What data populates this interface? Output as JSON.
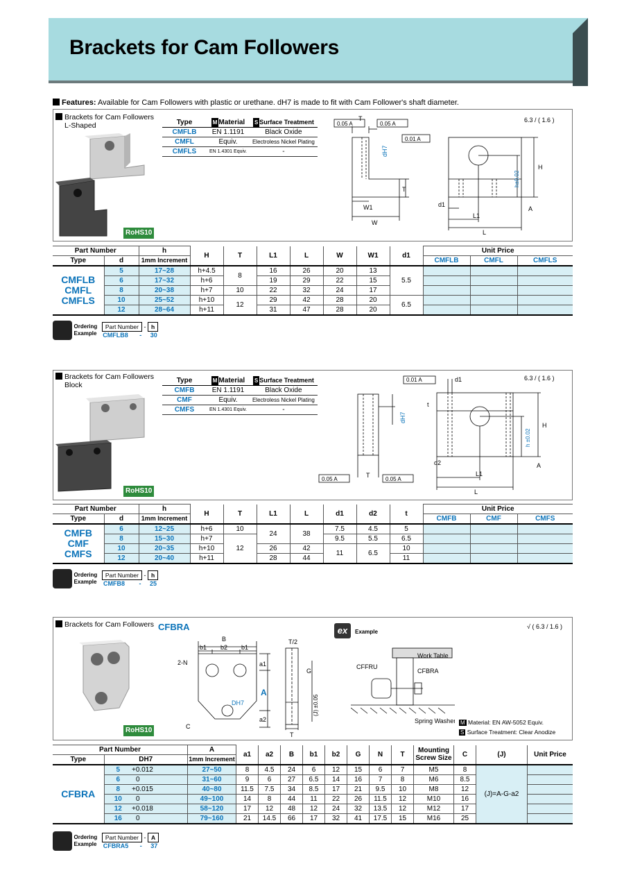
{
  "title": "Brackets for Cam Followers",
  "features": {
    "label": "Features:",
    "text": "Available for Cam Followers with plastic or urethane. dH7 is made to fit with Cam Follower's shaft diameter."
  },
  "surface_mark": "6.3 / ( 1.6 )",
  "rohs": "RoHS10",
  "ordering": {
    "label1": "Ordering",
    "label2": "Example",
    "part_number": "Part Number",
    "dash": "-"
  },
  "section1": {
    "title1": "Brackets for Cam Followers",
    "title2": "L-Shaped",
    "spec_headers": [
      "Type",
      "Material",
      "Surface Treatment"
    ],
    "spec_rows": [
      [
        "CMFLB",
        "EN 1.1191",
        "Black Oxide"
      ],
      [
        "CMFL",
        "Equiv.",
        "Electroless Nickel Plating"
      ],
      [
        "CMFLS",
        "EN 1.4301 Equiv.",
        "-"
      ]
    ],
    "table_head1": {
      "part_number": "Part Number",
      "h": "h",
      "unit_price": "Unit Price"
    },
    "table_head2": [
      "Type",
      "d",
      "1mm Increment",
      "H",
      "T",
      "L1",
      "L",
      "W",
      "W1",
      "d1",
      "CMFLB",
      "CMFL",
      "CMFLS"
    ],
    "types": [
      "CMFLB",
      "CMFL",
      "CMFLS"
    ],
    "rows": [
      [
        "5",
        "17~28",
        "h+4.5",
        "16",
        "26",
        "20",
        "13"
      ],
      [
        "6",
        "17~32",
        "h+6",
        "19",
        "29",
        "22",
        "15"
      ],
      [
        "8",
        "20~38",
        "h+7",
        "22",
        "32",
        "24",
        "17"
      ],
      [
        "10",
        "25~52",
        "h+10",
        "29",
        "42",
        "28",
        "20"
      ],
      [
        "12",
        "28~64",
        "h+11",
        "31",
        "47",
        "28",
        "20"
      ]
    ],
    "T_vals": [
      "8",
      "10",
      "12"
    ],
    "d1_vals": [
      "5.5",
      "6.5"
    ],
    "order_example": [
      "CMFLB8",
      "30"
    ],
    "order_field": "h",
    "draw": {
      "par": "0.05 A",
      "perp": "0.01 A",
      "dh7": "dH7",
      "T": "T",
      "W1": "W1",
      "W": "W",
      "d1": "d1",
      "L1": "L1",
      "L": "L",
      "H": "H",
      "h": "h±0.02",
      "A": "A",
      "r": "1.6"
    }
  },
  "section2": {
    "title1": "Brackets for Cam Followers",
    "title2": "Block",
    "spec_headers": [
      "Type",
      "Material",
      "Surface Treatment"
    ],
    "spec_rows": [
      [
        "CMFB",
        "EN 1.1191",
        "Black Oxide"
      ],
      [
        "CMF",
        "Equiv.",
        "Electroless Nickel Plating"
      ],
      [
        "CMFS",
        "EN 1.4301 Equiv.",
        "-"
      ]
    ],
    "table_head1": {
      "part_number": "Part Number",
      "h": "h",
      "unit_price": "Unit Price"
    },
    "table_head2": [
      "Type",
      "d",
      "1mm Increment",
      "H",
      "T",
      "L1",
      "L",
      "d1",
      "d2",
      "t",
      "CMFB",
      "CMF",
      "CMFS"
    ],
    "types": [
      "CMFB",
      "CMF",
      "CMFS"
    ],
    "rows": [
      [
        "6",
        "12~25",
        "h+6",
        "10",
        "24",
        "38",
        "7.5",
        "4.5",
        "5"
      ],
      [
        "8",
        "15~30",
        "h+7",
        "",
        "",
        "",
        "9.5",
        "5.5",
        "6.5"
      ],
      [
        "10",
        "20~35",
        "h+10",
        "12",
        "26",
        "42",
        "11",
        "6.5",
        "10"
      ],
      [
        "12",
        "20~40",
        "h+11",
        "",
        "28",
        "44",
        "",
        "",
        "11"
      ]
    ],
    "order_example": [
      "CMFB8",
      "25"
    ],
    "order_field": "h",
    "draw": {
      "perp": "0.01 A",
      "par": "0.05 A",
      "d1": "d1",
      "d2": "d2",
      "t": "t",
      "T": "T",
      "L1": "L1",
      "L": "L",
      "H": "H",
      "h": "h ±0.02",
      "A": "A",
      "dh7": "dH7",
      "r": "1.6"
    }
  },
  "section3": {
    "title": "Brackets for Cam Followers",
    "code": "CFBRA",
    "example_label": "Example",
    "ex": "ex",
    "labels": {
      "work_table": "Work Table",
      "cffru": "CFFRU",
      "cfbra": "CFBRA",
      "washer": "Spring Washer",
      "B": "B",
      "b1": "b1",
      "b2": "b2",
      "2N": "2-N",
      "A": "A",
      "a1": "a1",
      "a2": "a2",
      "C": "C",
      "D": "DH7",
      "T": "T",
      "T2": "T/2",
      "G": "G",
      "J": "(J) ±0.05"
    },
    "material": "Material: EN AW-5052 Equiv.",
    "surface": "Surface Treatment: Clear Anodize",
    "surface_mark": "√ ( 6.3 / 1.6 )",
    "table_head1": {
      "part_number": "Part Number",
      "A": "A"
    },
    "table_head2": [
      "Type",
      "DH7",
      "1mm Increment",
      "a1",
      "a2",
      "B",
      "b1",
      "b2",
      "G",
      "N",
      "T",
      "Mounting Screw Size",
      "C",
      "(J)",
      "Unit Price"
    ],
    "type": "CFBRA",
    "rows": [
      [
        "5",
        "+0.012",
        "27~50",
        "8",
        "4.5",
        "24",
        "6",
        "12",
        "15",
        "6",
        "7",
        "M5",
        "8"
      ],
      [
        "6",
        "0",
        "31~60",
        "9",
        "6",
        "27",
        "6.5",
        "14",
        "16",
        "7",
        "8",
        "M6",
        "8.5"
      ],
      [
        "8",
        "+0.015",
        "40~80",
        "11.5",
        "7.5",
        "34",
        "8.5",
        "17",
        "21",
        "9.5",
        "10",
        "M8",
        "12"
      ],
      [
        "10",
        "0",
        "49~100",
        "14",
        "8",
        "44",
        "11",
        "22",
        "26",
        "11.5",
        "12",
        "M10",
        "16"
      ],
      [
        "12",
        "+0.018",
        "58~120",
        "17",
        "12",
        "48",
        "12",
        "24",
        "32",
        "13.5",
        "12",
        "M12",
        "17"
      ],
      [
        "16",
        "0",
        "79~160",
        "21",
        "14.5",
        "66",
        "17",
        "32",
        "41",
        "17.5",
        "15",
        "M16",
        "25"
      ]
    ],
    "J_formula": "(J)=A-G-a2",
    "order_example": [
      "CFBRA5",
      "37"
    ],
    "order_field": "A"
  }
}
